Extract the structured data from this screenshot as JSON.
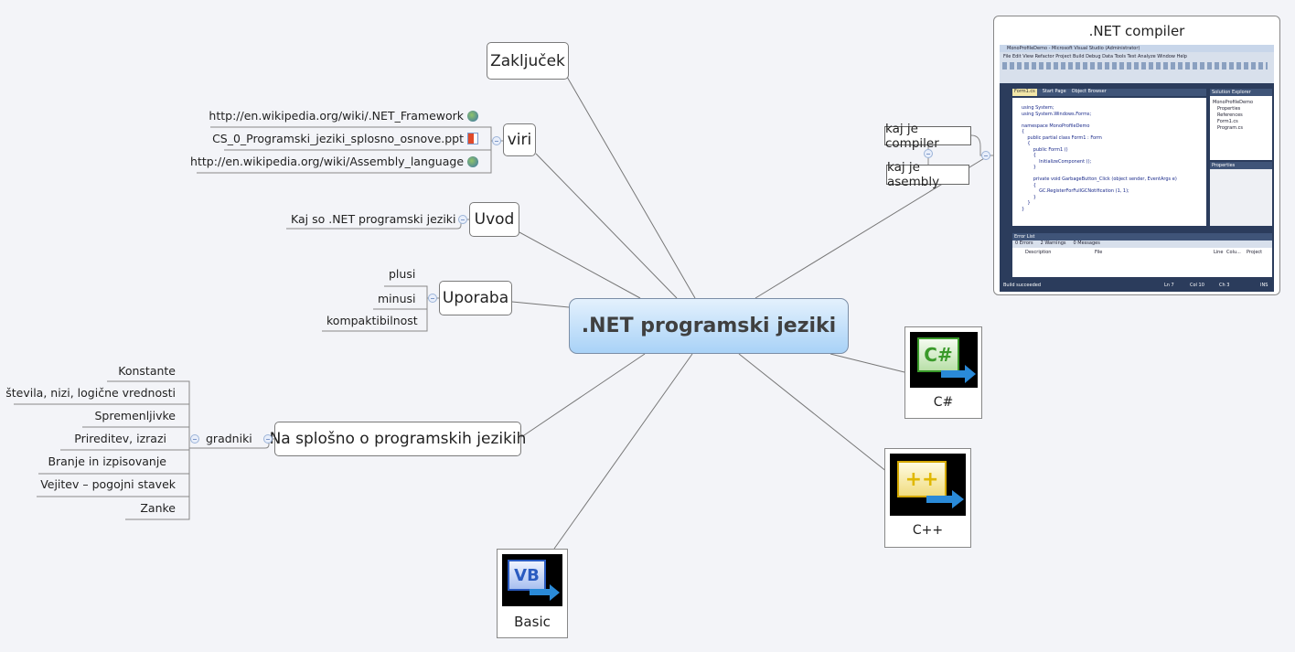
{
  "central": {
    "label": ".NET programski jeziki"
  },
  "branches": {
    "zakljucek": {
      "label": "Zaključek"
    },
    "viri": {
      "label": "viri",
      "children": [
        {
          "label": "http://en.wikipedia.org/wiki/.NET_Framework",
          "icon": "globe-icon"
        },
        {
          "label": "CS_0_Programski_jeziki_splosno_osnove.ppt",
          "icon": "powerpoint-file-icon"
        },
        {
          "label": "http://en.wikipedia.org/wiki/Assembly_language",
          "icon": "globe-icon"
        }
      ]
    },
    "uvod": {
      "label": "Uvod",
      "children": [
        {
          "label": "Kaj so .NET programski jeziki"
        }
      ]
    },
    "uporaba": {
      "label": "Uporaba",
      "children": [
        {
          "label": "plusi"
        },
        {
          "label": "minusi"
        },
        {
          "label": "kompaktibilnost"
        }
      ]
    },
    "splosno": {
      "label": "Na splošno o programskih jezikih",
      "gradniki": {
        "label": "gradniki",
        "children": [
          {
            "label": "Konstante"
          },
          {
            "label": "števila, nizi, logične vrednosti"
          },
          {
            "label": "Spremenljivke"
          },
          {
            "label": "Prireditev, izrazi"
          },
          {
            "label": "Branje in izpisovanje"
          },
          {
            "label": "Vejitev – pogojni stavek"
          },
          {
            "label": "Zanke"
          }
        ]
      }
    },
    "compiler": {
      "label": ".NET compiler",
      "children": [
        {
          "label": "kaj je compiler"
        },
        {
          "label": "kaj je asembly"
        }
      ],
      "screenshot": {
        "title": "MonoProfileDemo - Microsoft Visual Studio (Administrator)",
        "menu": "File  Edit  View  Refactor  Project  Build  Debug  Data  Tools  Test  Analyze  Window  Help",
        "tabs": [
          "Form1.cs",
          "Start Page",
          "Object Browser"
        ],
        "solution_explorer": "Solution Explorer",
        "solution_items": [
          "MonoProfileDemo",
          "Properties",
          "References",
          "Form1.cs",
          "Program.cs"
        ],
        "properties": "Properties",
        "code": [
          "using System;",
          "using System.Windows.Forms;",
          "",
          "namespace MonoProfileDemo",
          "{",
          "    public partial class Form1 : Form",
          "    {",
          "        public Form1 ()",
          "        {",
          "            InitializeComponent ();",
          "        }",
          "",
          "        private void GarbageButton_Click (object sender, EventArgs e)",
          "        {",
          "            GC.RegisterForFullGCNotification (1, 1);",
          "        }",
          "    }",
          "}"
        ],
        "error_list": "Error List",
        "error_tabs": [
          "0 Errors",
          "2 Warnings",
          "0 Messages"
        ],
        "error_columns": [
          "Description",
          "File",
          "Line",
          "Colu...",
          "Project"
        ],
        "status": "Build succeeded",
        "status_right": [
          "Ln 7",
          "Col 10",
          "Ch 3",
          "INS"
        ]
      }
    },
    "csharp": {
      "label": "C#",
      "icon": "csharp-icon",
      "glyph": "C#",
      "color": "#3a9a2a"
    },
    "cpp": {
      "label": "C++",
      "icon": "cpp-icon",
      "glyph": "++",
      "color": "#e0b800"
    },
    "basic": {
      "label": "Basic",
      "icon": "visual-basic-icon",
      "glyph": "VB",
      "color": "#2a5bc0"
    }
  }
}
